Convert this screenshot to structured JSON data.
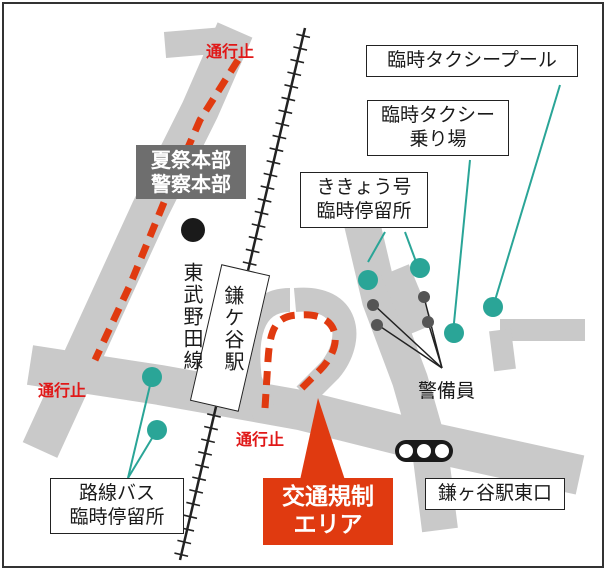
{
  "map": {
    "road_stop_labels": [
      "通行止",
      "通行止",
      "通行止"
    ],
    "line_name": "東武野田線",
    "station_name": "鎌ケ谷駅",
    "hq_label": [
      "夏祭本部",
      "警察本部"
    ],
    "regulation_area": [
      "交通規制",
      "エリア"
    ],
    "taxi_pool": "臨時タクシープール",
    "taxi_stand": [
      "臨時タクシー",
      "乗り場"
    ],
    "kikyou_stop": [
      "ききょう号",
      "臨時停留所"
    ],
    "bus_stop": [
      "路線バス",
      "臨時停留所"
    ],
    "guards": "警備員",
    "signal_label": "鎌ヶ谷駅東口",
    "colors": {
      "road": "#c9c9c9",
      "closure_dash": "#e03a10",
      "marker_teal": "#2aa597",
      "leader_teal": "#2aa597",
      "guard_dot": "#555555",
      "stop_text": "#e01818"
    }
  }
}
